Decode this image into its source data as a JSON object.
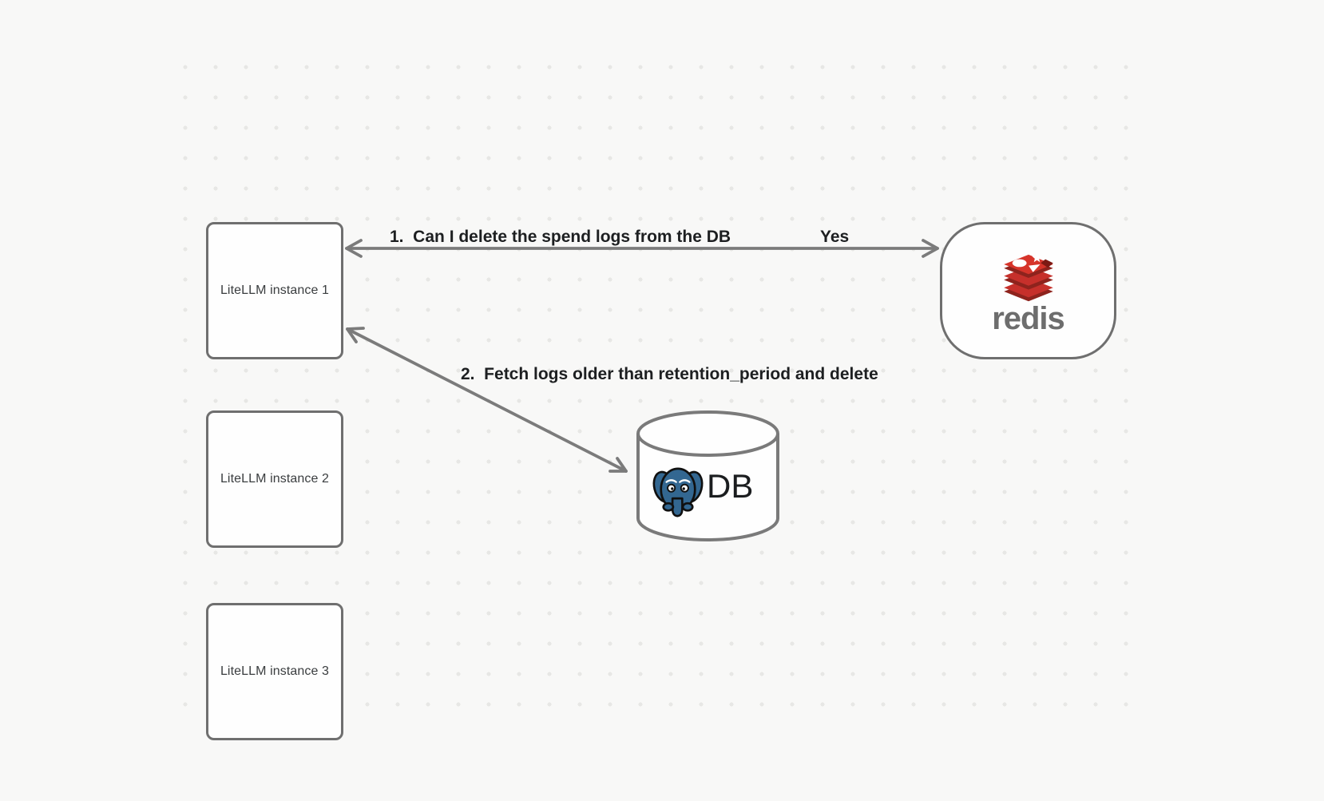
{
  "canvas": {
    "background_color": "#f8f8f7",
    "dot_color": "#e7e7e5"
  },
  "nodes": {
    "instances": [
      {
        "label": "LiteLLM instance 1"
      },
      {
        "label": "LiteLLM instance 2"
      },
      {
        "label": "LiteLLM instance 3"
      }
    ],
    "redis": {
      "wordmark": "redis",
      "icon": "redis-stack-icon",
      "icon_color": "#c6302b",
      "wordmark_color": "#6d6d6d"
    },
    "database": {
      "label": "DB",
      "icon": "postgresql-elephant-icon",
      "icon_color": "#336791"
    }
  },
  "annotations": {
    "step1_question": "1.  Can I delete the spend logs from the DB",
    "step1_answer": "Yes",
    "step2_action": "2.  Fetch logs older than retention_period and delete"
  },
  "colors": {
    "node_stroke": "#6f6f6f",
    "arrow_stroke": "#7b7b7b",
    "annotation_text": "#1d1f21",
    "node_label_text": "#3a3d3f"
  }
}
